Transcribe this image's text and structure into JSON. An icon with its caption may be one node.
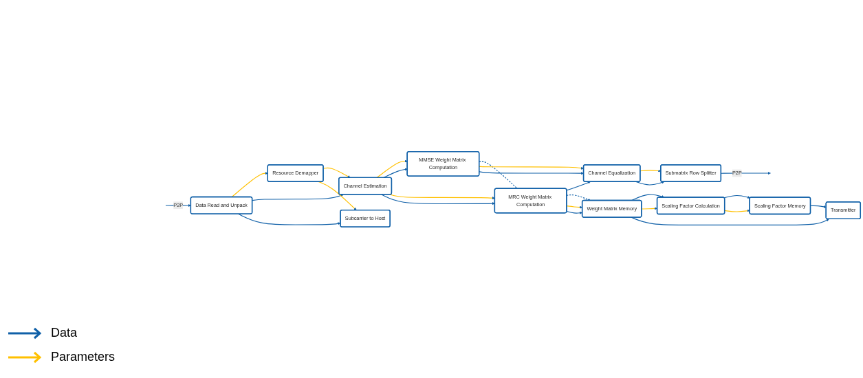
{
  "diagram": {
    "nodes": [
      {
        "text": [
          "Data Read and Unpack"
        ]
      },
      {
        "text": [
          "Resource Demapper"
        ]
      },
      {
        "text": [
          "Channel Estimation"
        ]
      },
      {
        "text": [
          "Subcarrier to Host"
        ]
      },
      {
        "text": [
          "MMSE Weight Matrix Computation"
        ]
      },
      {
        "text": [
          "MRC Weight Matrix Computation"
        ]
      },
      {
        "text": [
          "Channel Equalization"
        ]
      },
      {
        "text": [
          "Submatrix Row Splitter"
        ]
      },
      {
        "text": [
          "Weight Matrix Memory"
        ]
      },
      {
        "text": [
          "Scaling Factor Calculation"
        ]
      },
      {
        "text": [
          "Scaling Factor Memory"
        ]
      },
      {
        "text": [
          "Transmitter"
        ]
      }
    ],
    "edges": [
      {
        "from": null,
        "to": 0,
        "arrow": "to",
        "label": "P2P"
      },
      {
        "from": 0,
        "to": 1,
        "arrow": "to",
        "color": "#ffc000"
      },
      {
        "from": 0,
        "to": 2,
        "arrow": "to"
      },
      {
        "from": 0,
        "to": 3,
        "arrow": "to"
      },
      {
        "from": 1,
        "to": 2,
        "arrow": "to",
        "color": "#ffc000"
      },
      {
        "from": 1,
        "to": 3,
        "arrow": "to",
        "color": "#ffc000"
      },
      {
        "from": 2,
        "to": 4,
        "arrow": "to",
        "color": "#ffc000"
      },
      {
        "from": 2,
        "to": 4,
        "arrow": "to"
      },
      {
        "from": 2,
        "to": 5,
        "arrow": "to",
        "color": "#ffc000"
      },
      {
        "from": 2,
        "to": 5,
        "arrow": "to"
      },
      {
        "from": 4,
        "to": 5,
        "arrow": "none",
        "style": "dashed"
      },
      {
        "from": 4,
        "to": 6,
        "arrow": "to",
        "color": "#ffc000"
      },
      {
        "from": 4,
        "to": 6,
        "arrow": "to"
      },
      {
        "from": 5,
        "to": 6,
        "arrow": "to"
      },
      {
        "from": 5,
        "to": 8,
        "arrow": "to",
        "style": "dashed"
      },
      {
        "from": 5,
        "to": 8,
        "arrow": "to",
        "color": "#ffc000"
      },
      {
        "from": 5,
        "to": 8,
        "arrow": "to"
      },
      {
        "from": 6,
        "to": 7,
        "arrow": "to",
        "color": "#ffc000"
      },
      {
        "from": 6,
        "to": 7,
        "arrow": "to"
      },
      {
        "from": 7,
        "to": null,
        "arrow": "to",
        "label": "P2P"
      },
      {
        "from": 8,
        "to": 9,
        "arrow": "to"
      },
      {
        "from": 8,
        "to": 9,
        "arrow": "to",
        "color": "#ffc000"
      },
      {
        "from": 9,
        "to": 10,
        "arrow": "to"
      },
      {
        "from": 9,
        "to": 10,
        "arrow": "to",
        "color": "#ffc000"
      },
      {
        "from": 8,
        "to": 11,
        "arrow": "to"
      },
      {
        "from": 10,
        "to": 11,
        "arrow": "to"
      }
    ],
    "legend": [
      {
        "text": "Data"
      },
      {
        "text": "Parameters"
      }
    ]
  }
}
